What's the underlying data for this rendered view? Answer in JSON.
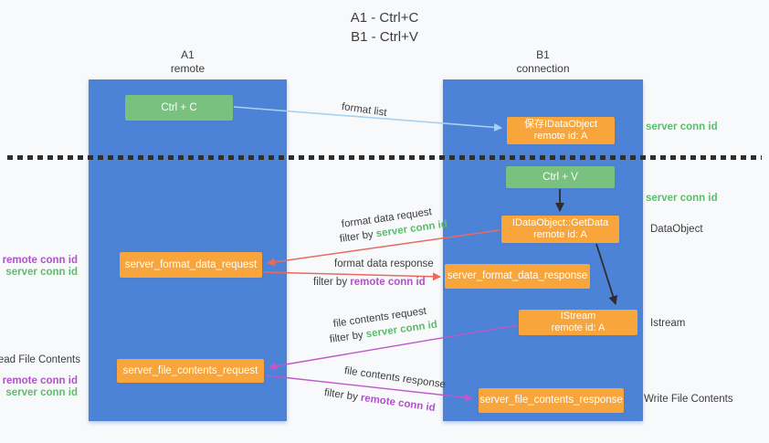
{
  "title": {
    "line1": "A1 - Ctrl+C",
    "line2": "B1 - Ctrl+V"
  },
  "lanes": {
    "left": {
      "name": "A1",
      "role": "remote"
    },
    "right": {
      "name": "B1",
      "role": "connection"
    }
  },
  "nodes": {
    "ctrl_c": {
      "label": "Ctrl + C"
    },
    "ctrl_v": {
      "label": "Ctrl + V"
    },
    "save_idataobject": {
      "line1": "保存IDataObject",
      "line2": "remote id: A"
    },
    "getdata": {
      "line1": "IDataObject::GetData",
      "line2": "remote id: A"
    },
    "istream": {
      "line1": "IStream",
      "line2": "remote id: A"
    },
    "server_format_data_request": {
      "label": "server_format_data_request"
    },
    "server_format_data_response": {
      "label": "server_format_data_response"
    },
    "server_file_contents_request": {
      "label": "server_file_contents_request"
    },
    "server_file_contents_response": {
      "label": "server_file_contents_response"
    }
  },
  "edge_labels": {
    "format_list": "format list",
    "format_data_request": "format data request",
    "format_data_response": "format data response",
    "file_contents_request": "file contents request",
    "file_contents_response": "file contents response",
    "filter_by": "filter by",
    "server_conn_id": "server conn id",
    "remote_conn_id": "remote conn id"
  },
  "side_labels": {
    "right_server_conn_id_1": "server conn id",
    "right_server_conn_id_2": "server conn id",
    "dataobject": "DataObject",
    "istream": "Istream",
    "write_file_contents": "Write File Contents",
    "left_remote_conn_id_1": "remote conn id",
    "left_server_conn_id_1": "server conn id",
    "read_file_contents": "Read File Contents",
    "left_remote_conn_id_2": "remote conn id",
    "left_server_conn_id_2": "server conn id"
  },
  "colors": {
    "background": "#f8f9fb",
    "lane_blue": "#4d83d7",
    "box_green": "#78c17e",
    "box_orange": "#f8a63c",
    "green_text": "#5cbd6b",
    "purple_text": "#b052c8",
    "red_arrow": "#e96a5f",
    "magenta_arrow": "#bf58c8",
    "blue_arrow": "#a5d2f0",
    "black_arrow": "#2d2d2d"
  }
}
